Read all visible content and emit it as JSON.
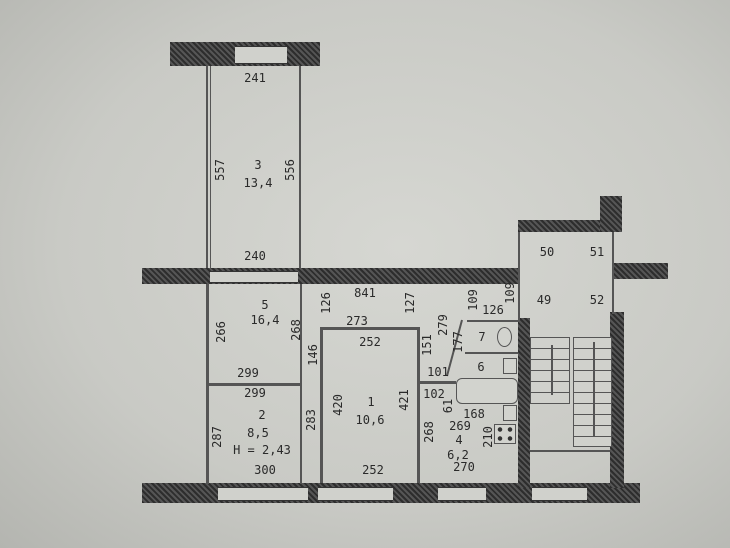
{
  "labels": [
    "241",
    "557",
    "3",
    "13,4",
    "556",
    "240",
    "841",
    "126",
    "127",
    "109",
    "109",
    "126",
    "5",
    "16,4",
    "266",
    "268",
    "273",
    "252",
    "279",
    "177",
    "151",
    "7",
    "146",
    "6",
    "299",
    "101",
    "299",
    "102",
    "61",
    "1",
    "10,6",
    "420",
    "421",
    "168",
    "2",
    "8,5",
    "287",
    "283",
    "268",
    "269",
    "4",
    "210",
    "6,2",
    "H = 2,43",
    "300",
    "252",
    "270",
    "50",
    "51",
    "49",
    "52"
  ]
}
